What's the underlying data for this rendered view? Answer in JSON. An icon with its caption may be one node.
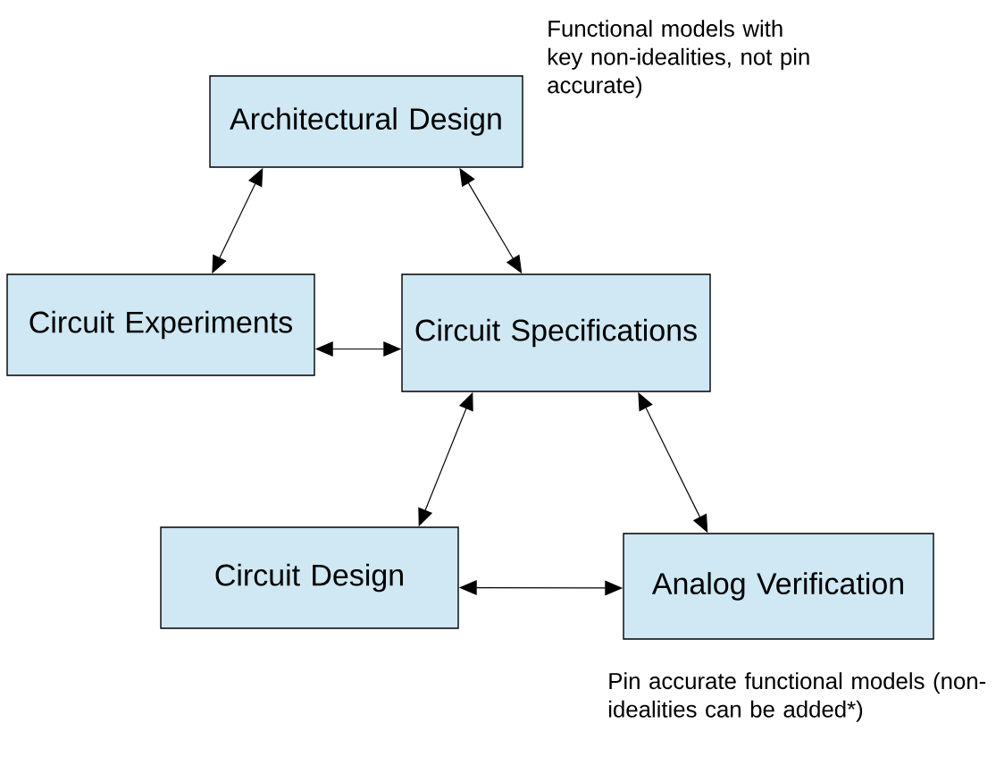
{
  "diagram": {
    "nodes": [
      {
        "text": [
          "Architectural Design"
        ],
        "beside": [
          "Functional models with key non-idealities, not pin accurate)"
        ]
      },
      {
        "text": [
          "Circuit Experiments"
        ]
      },
      {
        "text": [
          "Circuit Specifications"
        ]
      },
      {
        "text": [
          "Circuit Design"
        ]
      },
      {
        "text": [
          "Analog Verification"
        ],
        "beside": [
          "Pin accurate functional models (non-idealities can be added*)"
        ]
      }
    ],
    "edges": [
      {
        "from": 0,
        "to": 1,
        "arrow": "both"
      },
      {
        "from": 0,
        "to": 2,
        "arrow": "both"
      },
      {
        "from": 1,
        "to": 2,
        "arrow": "both"
      },
      {
        "from": 2,
        "to": 3,
        "arrow": "both"
      },
      {
        "from": 2,
        "to": 4,
        "arrow": "both"
      },
      {
        "from": 3,
        "to": 4,
        "arrow": "both"
      }
    ]
  }
}
